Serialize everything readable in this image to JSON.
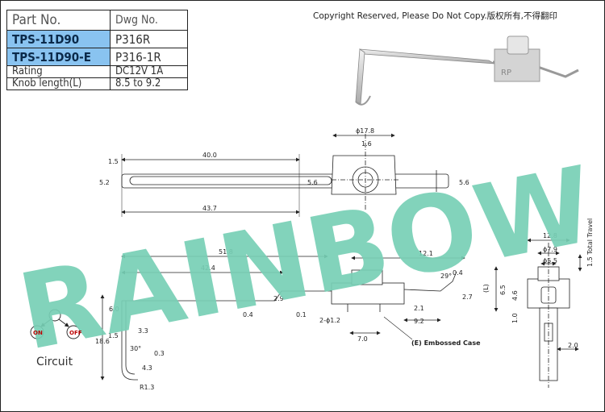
{
  "spec_table": {
    "header": {
      "part": "Part No.",
      "dwg": "Dwg No."
    },
    "rows": [
      {
        "part": "TPS-11D90",
        "dwg": "P316R"
      },
      {
        "part": "TPS-11D90-E",
        "dwg": "P316-1R"
      },
      {
        "part": "Rating",
        "dwg": "DC12V 1A"
      },
      {
        "part": "Knob length(L)",
        "dwg": "8.5 to 9.2"
      }
    ]
  },
  "copyright": "Copyright Reserved, Please Do Not Copy.版权所有,不得翻印",
  "watermark": "RAINBOW",
  "product_render": {
    "body_mark": "RP"
  },
  "circuit": {
    "label": "Circuit",
    "on": "ON",
    "off": "OFF"
  },
  "emboss_note": "(E) Embossed Case",
  "colors": {
    "highlight": "#89c3f0",
    "watermark": "#77cfb5",
    "line": "#222222"
  },
  "dims": {
    "top_view": {
      "d17_8": "ϕ17.8",
      "d1_6": "1.6",
      "d40": "40.0",
      "d1_5": "1.5",
      "d5_2": "5.2",
      "d5_6a": "5.6",
      "d5_6b": "5.6",
      "d43_7": "43.7"
    },
    "side_view": {
      "d51_8": "51.8",
      "d42_4": "42.4",
      "d12_1": "12.1",
      "d2_9": "2.9",
      "d0_4": "0.4",
      "d0_1": "0.1",
      "d6_0": "6.0",
      "d1_5": "1.5",
      "d3_3": "3.3",
      "d18_6": "18.6",
      "d30deg": "30°",
      "d0_3": "0.3",
      "d4_3": "4.3",
      "r1_3": "R1.3",
      "d2_phi": "2-ϕ1.2",
      "d7_0": "7.0",
      "d2_1": "2.1",
      "d9_2": "9.2",
      "d29deg": "29°",
      "d0_4b": "0.4",
      "d2_7": "2.7"
    },
    "end_view": {
      "d12_8": "12.8",
      "d7_9": "ϕ7.9",
      "d5_5": "ϕ5.5",
      "total_travel": "1.5 Total Travel",
      "L": "(L)",
      "d6_5": "6.5",
      "d4_6": "4.6",
      "d1_0": "1.0",
      "d2_0": "2.0"
    }
  }
}
